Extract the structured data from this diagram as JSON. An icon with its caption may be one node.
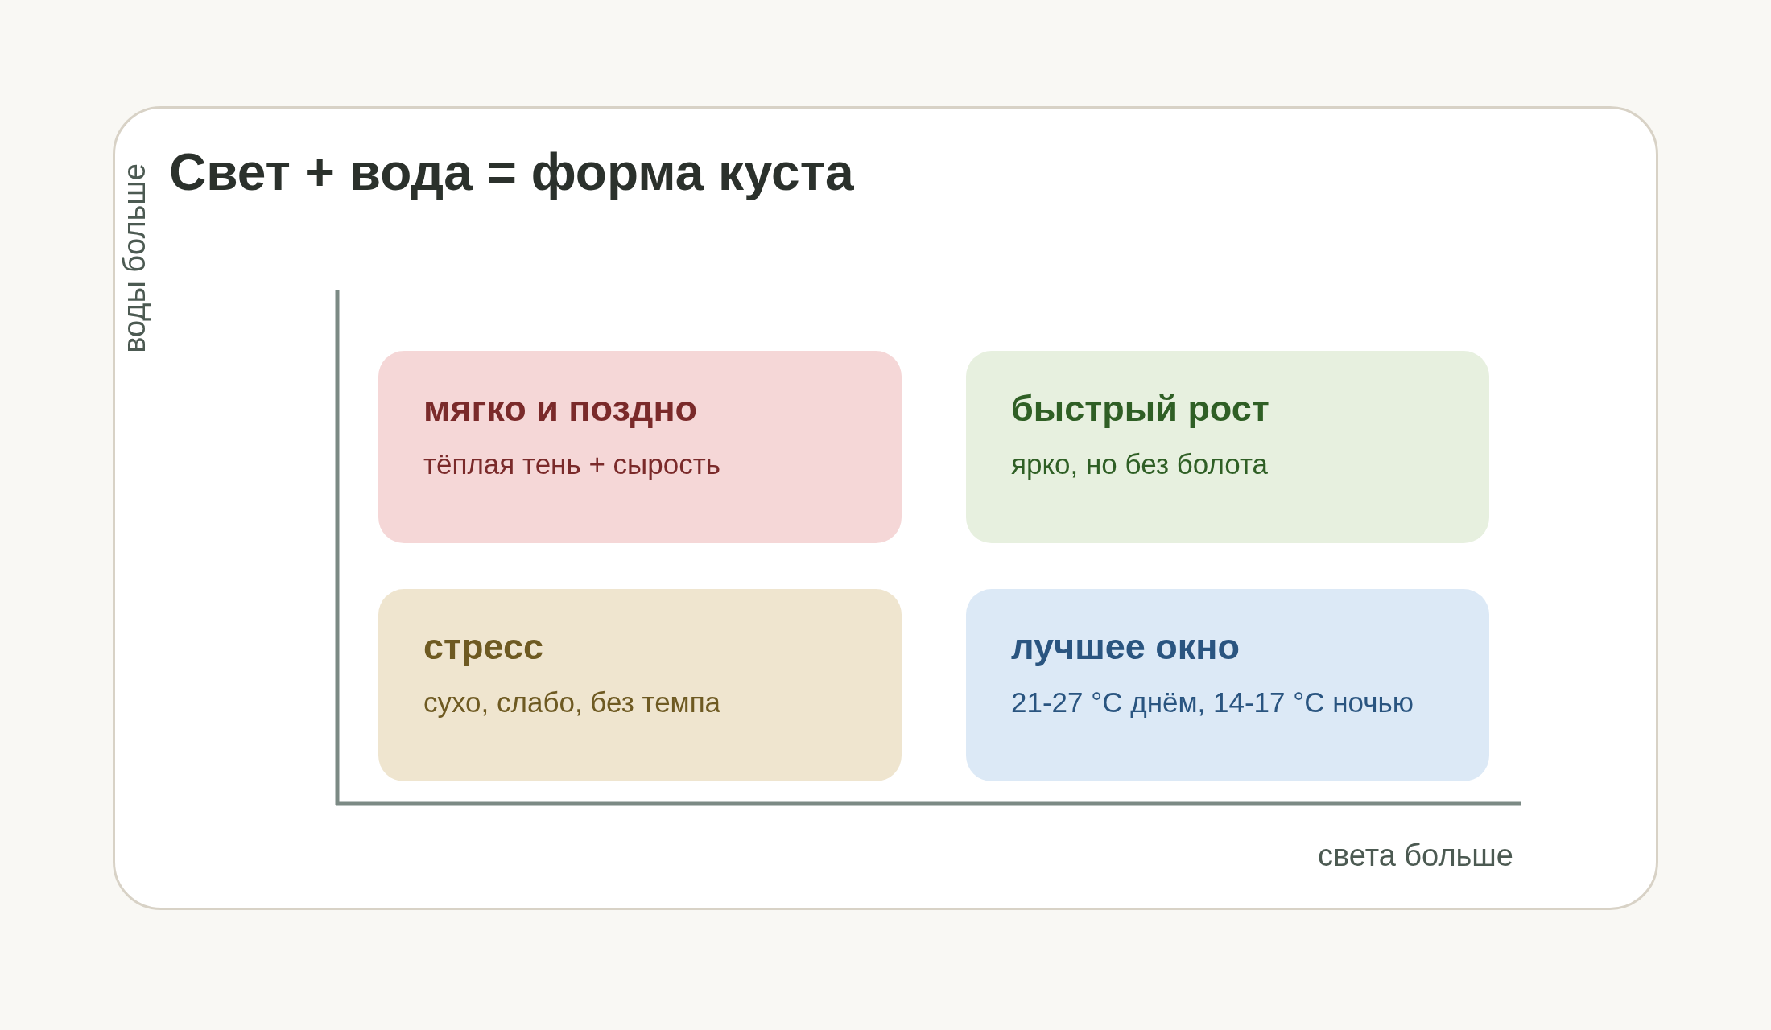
{
  "diagram": {
    "title": "Свет + вода = форма куста",
    "nodes": [
      {
        "text": [
          "мягко и поздно",
          "тёплая тень + сырость"
        ]
      },
      {
        "text": [
          "быстрый рост",
          "ярко, но без болота"
        ]
      },
      {
        "text": [
          "стресс",
          "сухо, слабо, без темпа"
        ]
      },
      {
        "text": [
          "лучшее окно",
          "21-27 °C днём, 14-17 °C ночью"
        ]
      }
    ],
    "labels": [
      "воды больше",
      "света больше"
    ]
  }
}
